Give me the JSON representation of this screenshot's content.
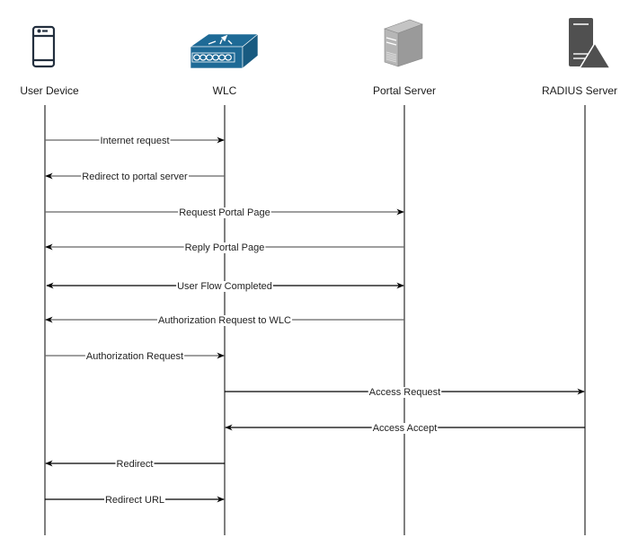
{
  "diagram": {
    "type": "sequence",
    "actors": [
      {
        "id": "user",
        "label": "User Device",
        "icon": "mobile-phone-icon"
      },
      {
        "id": "wlc",
        "label": "WLC",
        "icon": "wireless-lan-controller-icon"
      },
      {
        "id": "portal",
        "label": "Portal Server",
        "icon": "server-tower-icon"
      },
      {
        "id": "radius",
        "label": "RADIUS Server",
        "icon": "radius-server-icon"
      }
    ],
    "messages": [
      {
        "from": "user",
        "to": "wlc",
        "label": "Internet request",
        "direction": "forward",
        "color": "#666666"
      },
      {
        "from": "wlc",
        "to": "user",
        "label": "Redirect to portal server",
        "direction": "forward",
        "color": "#666666"
      },
      {
        "from": "user",
        "to": "portal",
        "label": "Request Portal Page",
        "direction": "forward",
        "color": "#666666"
      },
      {
        "from": "portal",
        "to": "user",
        "label": "Reply Portal Page",
        "direction": "forward",
        "color": "#666666"
      },
      {
        "from": "user",
        "to": "portal",
        "label": "User Flow Completed",
        "direction": "both",
        "color": "#000000"
      },
      {
        "from": "portal",
        "to": "user",
        "label": "Authorization Request to WLC",
        "direction": "forward",
        "color": "#666666"
      },
      {
        "from": "user",
        "to": "wlc",
        "label": "Authorization Request",
        "direction": "forward",
        "color": "#666666"
      },
      {
        "from": "wlc",
        "to": "radius",
        "label": "Access Request",
        "direction": "forward",
        "color": "#000000"
      },
      {
        "from": "radius",
        "to": "wlc",
        "label": "Access Accept",
        "direction": "forward",
        "color": "#000000"
      },
      {
        "from": "wlc",
        "to": "user",
        "label": "Redirect",
        "direction": "forward",
        "color": "#000000"
      },
      {
        "from": "user",
        "to": "wlc",
        "label": "Redirect URL",
        "direction": "forward",
        "color": "#000000"
      }
    ],
    "colors": {
      "lifeline": "#000000",
      "wlc_icon": "#1e6a96",
      "phone_icon": "#232f3e",
      "portal_icon": "#9a9a9a",
      "radius_icon": "#505050"
    }
  }
}
